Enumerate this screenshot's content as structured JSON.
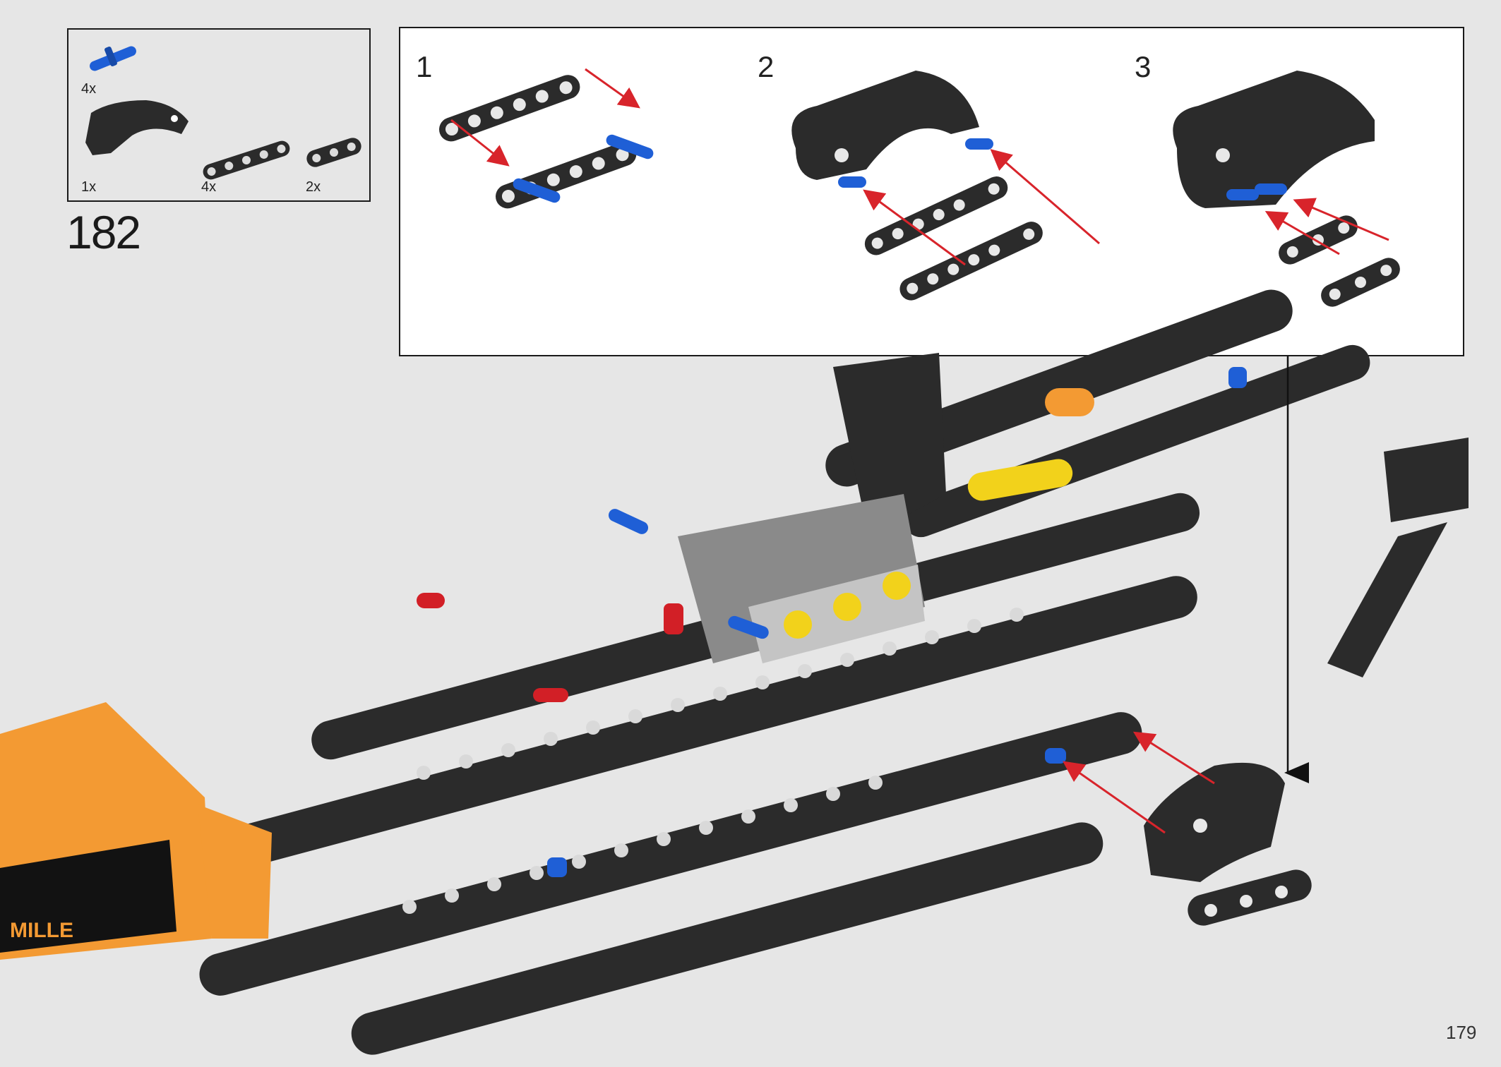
{
  "step": {
    "number": "182"
  },
  "parts_list": [
    {
      "quantity": "4x",
      "part": "blue-axle-pin",
      "color": "#1f5fd6"
    },
    {
      "quantity": "1x",
      "part": "black-curved-panel",
      "color": "#2b2b2b"
    },
    {
      "quantity": "4x",
      "part": "black-beam-5",
      "color": "#2b2b2b"
    },
    {
      "quantity": "2x",
      "part": "black-beam-3",
      "color": "#2b2b2b"
    }
  ],
  "sub_steps": [
    {
      "label": "1"
    },
    {
      "label": "2"
    },
    {
      "label": "3"
    }
  ],
  "model_decal": {
    "text": "MILLE"
  },
  "page": {
    "number": "179"
  },
  "colors": {
    "background": "#e6e6e6",
    "beam": "#2b2b2b",
    "arrow": "#d8242b",
    "pin_blue": "#1f5fd6",
    "body_orange": "#f39a33",
    "connector_red": "#d21f26",
    "yellow": "#f2d21b"
  }
}
